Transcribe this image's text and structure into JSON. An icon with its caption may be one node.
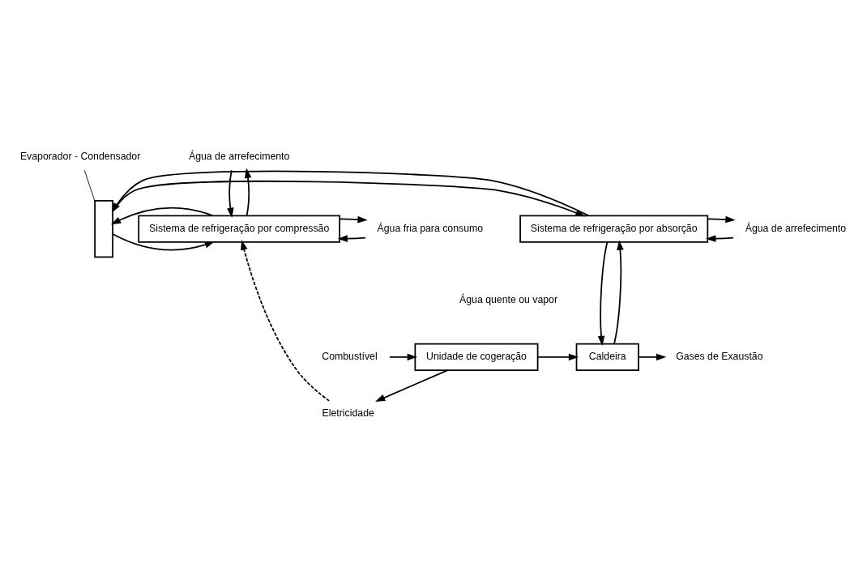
{
  "diagram": {
    "nodes": [
      {
        "text": [
          "Evaporador - Condensador"
        ]
      },
      {
        "text": [
          "Água de arrefecimento"
        ]
      },
      {
        "text": [
          "Sistema de refrigeração por absorção"
        ]
      },
      {
        "text": [],
        "shape": "box"
      },
      {
        "text": [
          "Sistema de refrigeração por compressão"
        ]
      },
      {
        "text": [
          "Água de arrefecimento"
        ]
      },
      {
        "text": [
          "Água fria para consumo"
        ]
      },
      {
        "text": [
          "Eletricidade"
        ]
      },
      {
        "text": [
          "Gases de Exaustão"
        ]
      },
      {
        "text": [
          "Caldeira"
        ]
      },
      {
        "text": [
          "Unidade de cogeração"
        ]
      },
      {
        "text": [
          "Combustível"
        ]
      }
    ],
    "edges": [
      {
        "from": 0,
        "to": 3,
        "arrow": "none"
      },
      {
        "from": 5,
        "to": 2,
        "arrow": "to"
      },
      {
        "from": 2,
        "to": 5,
        "arrow": "to"
      },
      {
        "from": 3,
        "to": 2,
        "arrow": "to"
      },
      {
        "from": 2,
        "to": 3,
        "arrow": "to"
      },
      {
        "from": 3,
        "to": 4,
        "arrow": "to"
      },
      {
        "from": 4,
        "to": 3,
        "arrow": "to"
      },
      {
        "from": 4,
        "to": 1,
        "arrow": "to"
      },
      {
        "from": 1,
        "to": 4,
        "arrow": "to"
      },
      {
        "from": 6,
        "to": 4,
        "arrow": "to"
      },
      {
        "from": 4,
        "to": 6,
        "arrow": "to"
      },
      {
        "from": 2,
        "to": 9,
        "arrow": "to"
      },
      {
        "from": 9,
        "to": 2,
        "arrow": "to"
      },
      {
        "from": 10,
        "to": 7,
        "arrow": "to"
      },
      {
        "from": 7,
        "to": 4,
        "arrow": "to",
        "style": "dashed"
      },
      {
        "from": 11,
        "to": 10,
        "arrow": "to"
      },
      {
        "from": 10,
        "to": 9,
        "arrow": "to"
      },
      {
        "from": 9,
        "to": 8,
        "arrow": "to"
      }
    ],
    "labels": [
      "Água quente ou vapor"
    ]
  }
}
